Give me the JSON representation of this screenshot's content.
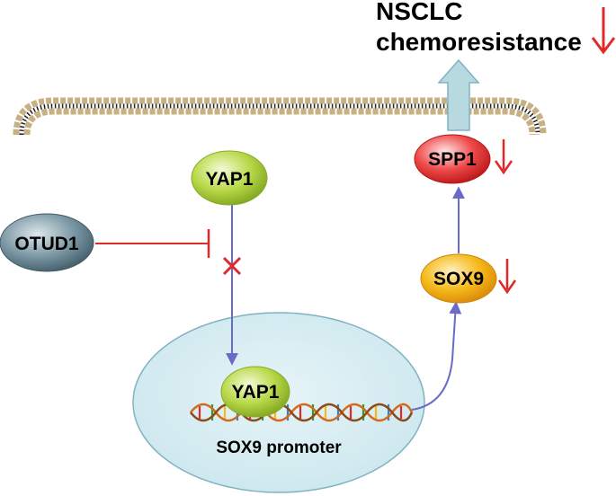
{
  "title": {
    "line1": "NSCLC",
    "line2": "chemoresistance",
    "trend": "down"
  },
  "nodes": {
    "yap1_cytoplasm": "YAP1",
    "otud1": "OTUD1",
    "yap1_nucleus": "YAP1",
    "sox9": "SOX9",
    "spp1": "SPP1"
  },
  "promoter_label": "SOX9 promoter",
  "colors": {
    "yap1": "#b8d848",
    "otud1": "#5f7f8d",
    "sox9": "#f5b91a",
    "spp1": "#ec3c3c",
    "nucleus": "#d4ecf1",
    "membrane": "#c8b085",
    "activation_arrow": "#6a6ac8",
    "inhibition": "#e02a2a",
    "down_arrow": "#e02a2a",
    "up_block_arrow": "#b8d9e0"
  },
  "icons": [
    "down-arrow-icon",
    "inhibition-cross-icon",
    "dna-helix-icon",
    "block-arrow-icon"
  ]
}
